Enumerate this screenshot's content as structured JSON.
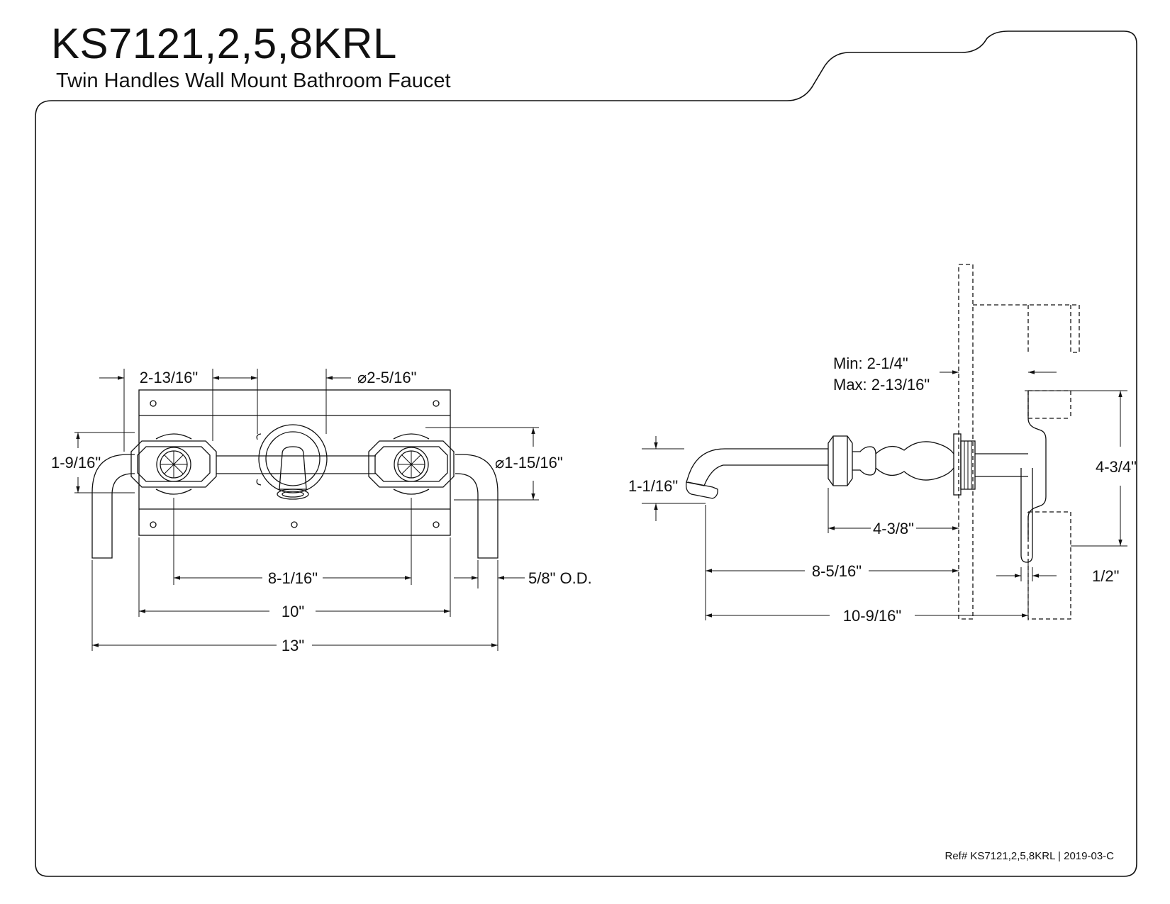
{
  "header": {
    "model": "KS7121,2,5,8KRL",
    "subtitle": "Twin Handles Wall Mount Bathroom Faucet"
  },
  "footer": {
    "reference": "Ref# KS7121,2,5,8KRL | 2019-03-C"
  },
  "front_view": {
    "dims": {
      "handle_offset": "2-13/16\"",
      "spout_diameter": "⌀2-5/16\"",
      "handle_height": "1-9/16\"",
      "escutcheon_diameter": "⌀1-15/16\"",
      "handle_center": "8-1/16\"",
      "plate_width": "10\"",
      "overall_width": "13\"",
      "tube_od": "5/8\" O.D."
    }
  },
  "side_view": {
    "dims": {
      "wall_min": "Min: 2-1/4\"",
      "wall_max": "Max: 2-13/16\"",
      "spout_height": "1-1/16\"",
      "valve_height": "4-3/4\"",
      "body_length": "4-3/8\"",
      "spout_reach": "8-5/16\"",
      "overall_depth": "10-9/16\"",
      "inlet": "1/2\""
    }
  }
}
